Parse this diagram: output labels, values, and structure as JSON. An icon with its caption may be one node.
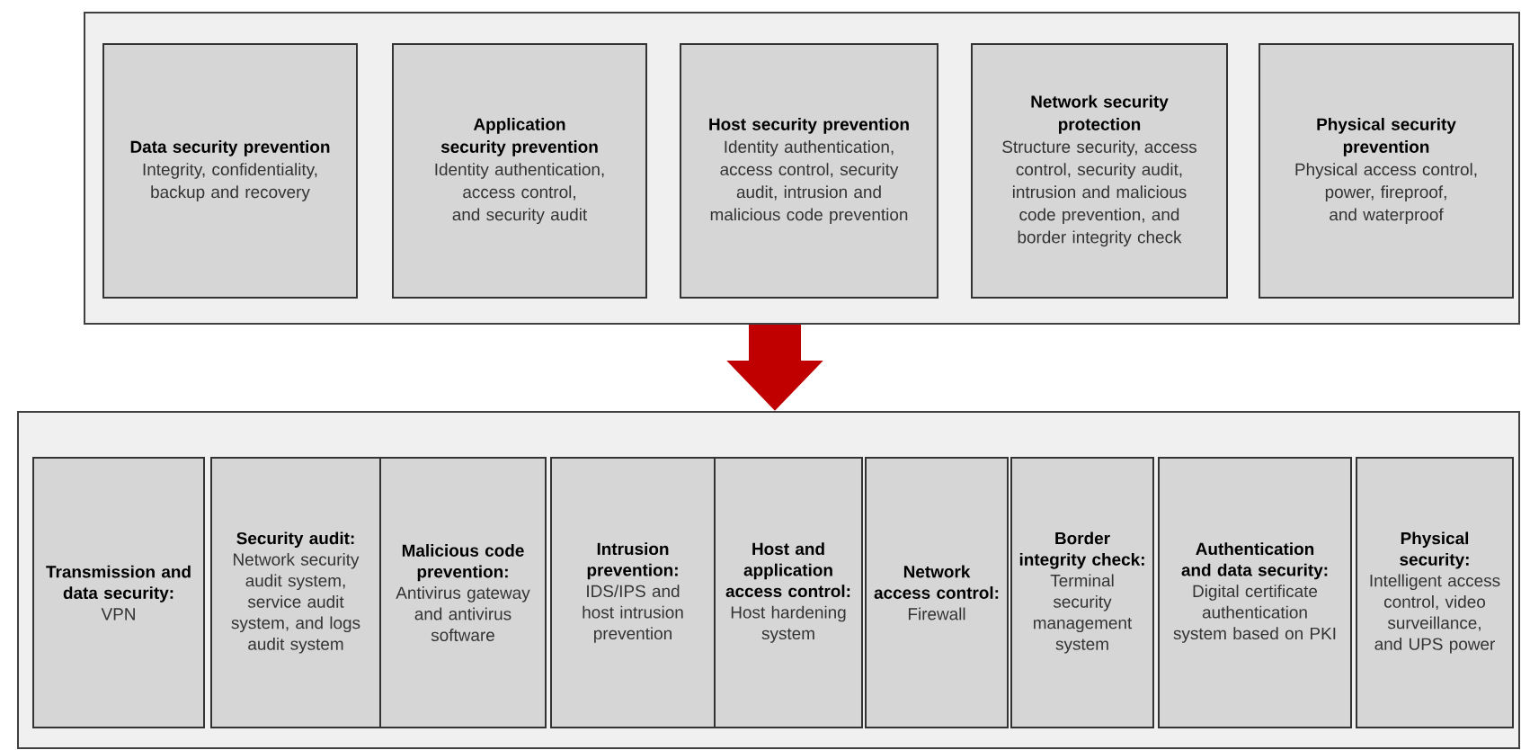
{
  "diagram": {
    "nodes": [
      {
        "text": [],
        "shape": "box"
      },
      {
        "text": [
          "Data security prevention",
          "Integrity, confidentiality, backup and recovery"
        ],
        "in": 0
      },
      {
        "text": [
          "Application security prevention",
          "Identity authentication, access control, and security audit"
        ],
        "in": 0
      },
      {
        "text": [
          "Host security prevention",
          "Identity authentication, access control, security audit, intrusion and malicious code prevention"
        ],
        "in": 0
      },
      {
        "text": [
          "Network security protection",
          "Structure security, access control, security audit, intrusion and malicious code prevention, and border integrity check"
        ],
        "in": 0
      },
      {
        "text": [
          "Physical security prevention",
          "Physical access control, power, fireproof, and waterproof"
        ],
        "in": 0
      },
      {
        "text": [],
        "shape": "box"
      },
      {
        "text": [
          "Transmission and data security:",
          "VPN"
        ],
        "in": 6
      },
      {
        "text": [
          "Security audit:",
          "Network security audit system, service audit system, and logs audit system"
        ],
        "in": 6
      },
      {
        "text": [
          "Malicious code prevention:",
          "Antivirus gateway and antivirus software"
        ],
        "in": 6
      },
      {
        "text": [
          "Intrusion prevention:",
          "IDS/IPS and host intrusion prevention"
        ],
        "in": 6
      },
      {
        "text": [
          "Host and application access control:",
          "Host hardening system"
        ],
        "in": 6
      },
      {
        "text": [
          "Network access control:",
          "Firewall"
        ],
        "in": 6
      },
      {
        "text": [
          "Border integrity check:",
          "Terminal security management system"
        ],
        "in": 6
      },
      {
        "text": [
          "Authentication and data security:",
          "Digital certificate authentication system based on PKI"
        ],
        "in": 6
      },
      {
        "text": [
          "Physical security:",
          "Intelligent access control, video surveillance, and UPS power"
        ],
        "in": 6
      }
    ],
    "edges": [
      {
        "from": 0,
        "to": 6,
        "arrow": "to",
        "color": "#c00000"
      }
    ]
  }
}
